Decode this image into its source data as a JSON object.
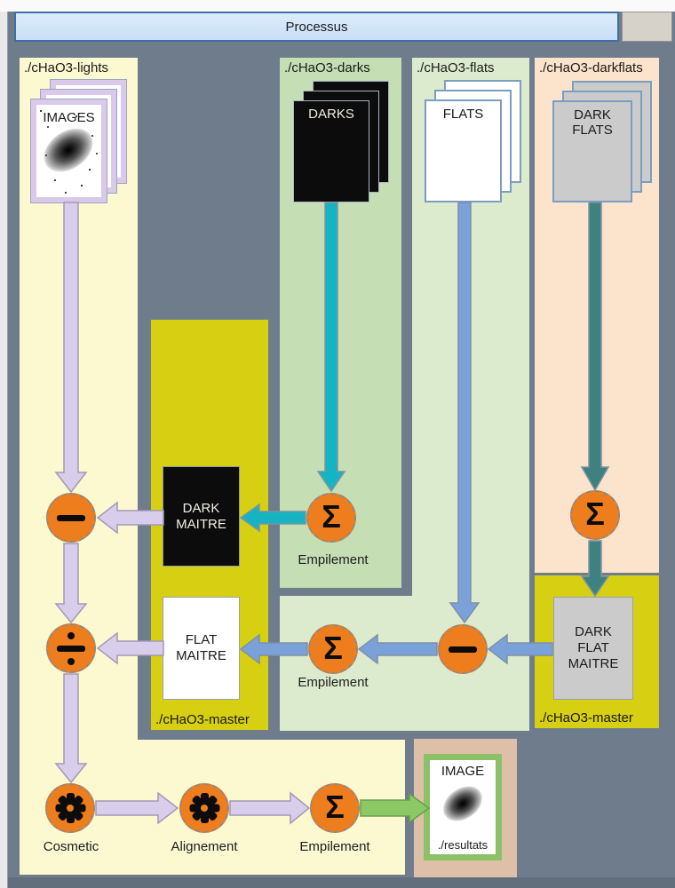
{
  "window": {
    "title": "Processus"
  },
  "palette": {
    "slate": "#6e7c8c",
    "topstrip": "#fafafa",
    "leftstrip": "#e8e8e8",
    "barfill": "#dcecfa",
    "barborder": "#3f6fa8",
    "tabfill": "#d6d2ca",
    "lights": "#fcf8d0",
    "masteryellow": "#d7cf12",
    "darksgreen": "#c5deb3",
    "flatsgreen": "#dcebcd",
    "peach": "#fce3cb",
    "resulttan": "#dec0a9",
    "resultgreen": "#8cc167",
    "orange": "#ee7d1e",
    "lavender": "#d8cdea",
    "blue": "#7ba2d8",
    "teal": "#16b3c3",
    "darkteal": "#3e8180",
    "green": "#8cc863",
    "cardlav": "#d9c9eb",
    "cardblue": "#7d9dc0",
    "black": "#0c0c0c",
    "graycard": "#cbcbcb"
  },
  "panels": {
    "lights": {
      "label": "./cHaO3-lights"
    },
    "darks": {
      "label": "./cHaO3-darks"
    },
    "flats": {
      "label": "./cHaO3-flats"
    },
    "darkflats": {
      "label": "./cHaO3-darkflats"
    },
    "master_left": {
      "label": "./cHaO3-master"
    },
    "master_right": {
      "label": "./cHaO3-master"
    },
    "results": {
      "label": "./resultats"
    }
  },
  "stacks": {
    "images": {
      "title": "IMAGES"
    },
    "darks": {
      "title": "DARKS"
    },
    "flats": {
      "title": "FLATS"
    },
    "darkflats": {
      "title": "DARK FLATS"
    }
  },
  "boxes": {
    "dark_master": {
      "title": "DARK MAITRE"
    },
    "flat_master": {
      "title": "FLAT MAITRE"
    },
    "darkflat_master": {
      "title": "DARK FLAT MAITRE"
    },
    "result": {
      "title": "IMAGE"
    }
  },
  "nodes": {
    "subtract_lights": {
      "symbol": "−"
    },
    "divide_lights": {
      "symbol": "÷"
    },
    "stack_darks": {
      "symbol": "Σ",
      "label": "Empilement"
    },
    "stack_flats": {
      "symbol": "Σ",
      "label": "Empilement"
    },
    "subtract_flats": {
      "symbol": "−"
    },
    "stack_darkflats": {
      "symbol": "Σ"
    },
    "cosmetic": {
      "label": "Cosmetic"
    },
    "alignment": {
      "label": "Alignement"
    },
    "stack_final": {
      "symbol": "Σ",
      "label": "Empilement"
    }
  }
}
